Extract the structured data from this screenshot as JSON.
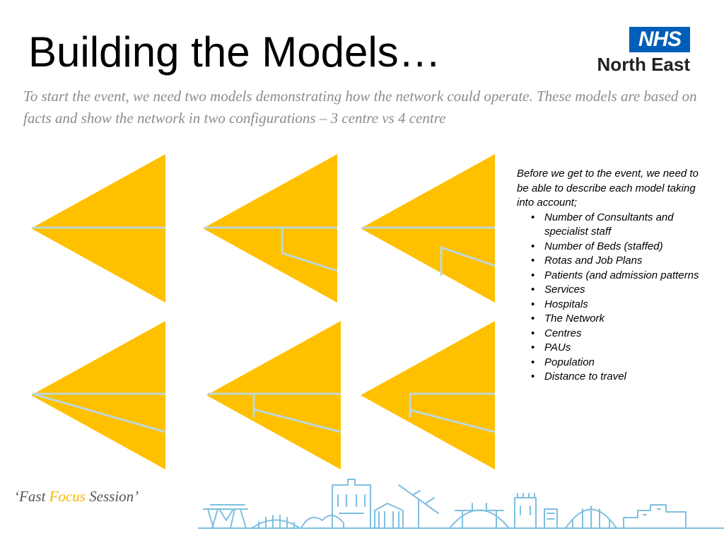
{
  "slide": {
    "title": "Building the Models…",
    "subtitle": "To start the event, we need two models demonstrating how the network could operate.  These models are based on facts and show the network in two configurations – 3 centre vs 4 centre"
  },
  "logo": {
    "brand": "NHS",
    "region": "North East",
    "brand_color": "#005EB8"
  },
  "diagram": {
    "fill_color": "#FFC000",
    "line_color": "#BFD8D6",
    "panels": [
      {
        "name": "model-3-centre-1"
      },
      {
        "name": "model-3-centre-2"
      },
      {
        "name": "model-3-centre-3"
      },
      {
        "name": "model-4-centre-1"
      },
      {
        "name": "model-4-centre-2"
      },
      {
        "name": "model-4-centre-3"
      }
    ]
  },
  "sidebar": {
    "intro": "Before we get to the event, we need to be able to describe each model taking into account;",
    "items": [
      "Number of Consultants and specialist staff",
      "Number of Beds (staffed)",
      "Rotas and Job Plans",
      "Patients (and admission patterns",
      "Services",
      "Hospitals",
      "The Network",
      "Centres",
      "PAUs",
      "Population",
      "Distance to travel"
    ]
  },
  "footer": {
    "prefix": "‘Fast ",
    "highlight": "Focus",
    "suffix": " Session’",
    "highlight_color": "#F4B800",
    "skyline_color": "#7FBFE0"
  }
}
